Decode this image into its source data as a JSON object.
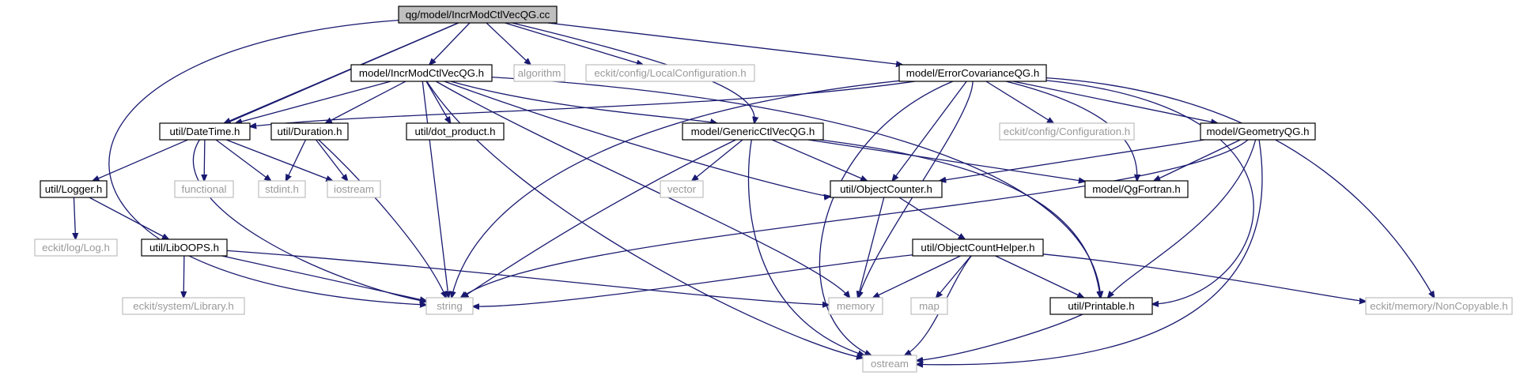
{
  "graph": {
    "nodes": {
      "root": {
        "label": "qg/model/IncrModCtlVecQG.cc",
        "kind": "root"
      },
      "incrmod": {
        "label": "model/IncrModCtlVecQG.h",
        "kind": "file"
      },
      "algorithm": {
        "label": "algorithm",
        "kind": "ext"
      },
      "localcfg": {
        "label": "eckit/config/LocalConfiguration.h",
        "kind": "ext"
      },
      "errcov": {
        "label": "model/ErrorCovarianceQG.h",
        "kind": "file"
      },
      "datetime": {
        "label": "util/DateTime.h",
        "kind": "file"
      },
      "duration": {
        "label": "util/Duration.h",
        "kind": "file"
      },
      "dotprod": {
        "label": "util/dot_product.h",
        "kind": "file"
      },
      "genericctl": {
        "label": "model/GenericCtlVecQG.h",
        "kind": "file"
      },
      "config": {
        "label": "eckit/config/Configuration.h",
        "kind": "ext"
      },
      "geometry": {
        "label": "model/GeometryQG.h",
        "kind": "file"
      },
      "logger": {
        "label": "util/Logger.h",
        "kind": "file"
      },
      "functional": {
        "label": "functional",
        "kind": "ext"
      },
      "stdint": {
        "label": "stdint.h",
        "kind": "ext"
      },
      "iostream": {
        "label": "iostream",
        "kind": "ext"
      },
      "vector": {
        "label": "vector",
        "kind": "ext"
      },
      "objcounter": {
        "label": "util/ObjectCounter.h",
        "kind": "file"
      },
      "qgfortran": {
        "label": "model/QgFortran.h",
        "kind": "file"
      },
      "log": {
        "label": "eckit/log/Log.h",
        "kind": "ext"
      },
      "liboops": {
        "label": "util/LibOOPS.h",
        "kind": "file"
      },
      "objcount": {
        "label": "util/ObjectCountHelper.h",
        "kind": "file"
      },
      "library": {
        "label": "eckit/system/Library.h",
        "kind": "ext"
      },
      "string": {
        "label": "string",
        "kind": "ext"
      },
      "memory": {
        "label": "memory",
        "kind": "ext"
      },
      "map": {
        "label": "map",
        "kind": "ext"
      },
      "printable": {
        "label": "util/Printable.h",
        "kind": "file"
      },
      "noncopy": {
        "label": "eckit/memory/NonCopyable.h",
        "kind": "ext"
      },
      "ostream": {
        "label": "ostream",
        "kind": "ext"
      }
    },
    "edges": [
      [
        "root",
        "string"
      ],
      [
        "root",
        "logger"
      ],
      [
        "root",
        "datetime"
      ],
      [
        "root",
        "incrmod"
      ],
      [
        "root",
        "algorithm"
      ],
      [
        "root",
        "localcfg"
      ],
      [
        "root",
        "genericctl"
      ],
      [
        "root",
        "errcov"
      ],
      [
        "incrmod",
        "datetime"
      ],
      [
        "incrmod",
        "duration"
      ],
      [
        "incrmod",
        "dotprod"
      ],
      [
        "incrmod",
        "string"
      ],
      [
        "incrmod",
        "genericctl"
      ],
      [
        "incrmod",
        "objcounter"
      ],
      [
        "incrmod",
        "memory"
      ],
      [
        "incrmod",
        "ostream"
      ],
      [
        "incrmod",
        "printable"
      ],
      [
        "errcov",
        "datetime"
      ],
      [
        "errcov",
        "string"
      ],
      [
        "errcov",
        "ostream"
      ],
      [
        "errcov",
        "memory"
      ],
      [
        "errcov",
        "objcounter"
      ],
      [
        "errcov",
        "config"
      ],
      [
        "errcov",
        "geometry"
      ],
      [
        "errcov",
        "qgfortran"
      ],
      [
        "errcov",
        "printable"
      ],
      [
        "errcov",
        "noncopy"
      ],
      [
        "datetime",
        "functional"
      ],
      [
        "datetime",
        "stdint"
      ],
      [
        "datetime",
        "iostream"
      ],
      [
        "datetime",
        "string"
      ],
      [
        "duration",
        "stdint"
      ],
      [
        "duration",
        "iostream"
      ],
      [
        "duration",
        "string"
      ],
      [
        "genericctl",
        "vector"
      ],
      [
        "genericctl",
        "string"
      ],
      [
        "genericctl",
        "objcounter"
      ],
      [
        "genericctl",
        "qgfortran"
      ],
      [
        "genericctl",
        "ostream"
      ],
      [
        "genericctl",
        "printable"
      ],
      [
        "geometry",
        "objcounter"
      ],
      [
        "geometry",
        "qgfortran"
      ],
      [
        "geometry",
        "string"
      ],
      [
        "geometry",
        "printable"
      ],
      [
        "geometry",
        "ostream"
      ],
      [
        "logger",
        "log"
      ],
      [
        "logger",
        "liboops"
      ],
      [
        "liboops",
        "library"
      ],
      [
        "liboops",
        "string"
      ],
      [
        "liboops",
        "memory"
      ],
      [
        "objcounter",
        "memory"
      ],
      [
        "objcounter",
        "objcount"
      ],
      [
        "objcount",
        "string"
      ],
      [
        "objcount",
        "memory"
      ],
      [
        "objcount",
        "map"
      ],
      [
        "objcount",
        "ostream"
      ],
      [
        "objcount",
        "printable"
      ],
      [
        "objcount",
        "noncopy"
      ],
      [
        "printable",
        "ostream"
      ]
    ]
  }
}
